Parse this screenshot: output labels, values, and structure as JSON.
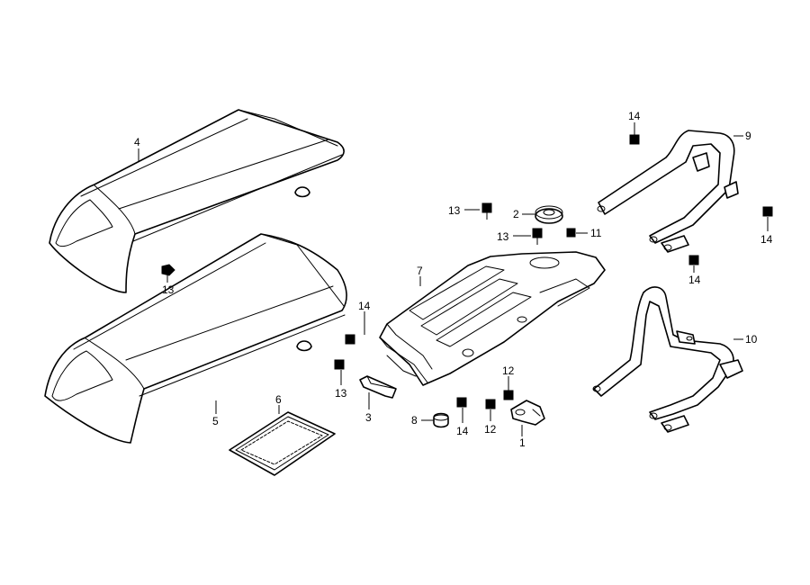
{
  "diagram": {
    "callouts": {
      "c1": "1",
      "c2": "2",
      "c3": "3",
      "c4": "4",
      "c5": "5",
      "c6": "6",
      "c7": "7",
      "c8": "8",
      "c9": "9",
      "c10": "10",
      "c11": "11",
      "c12a": "12",
      "c12b": "12",
      "c13a": "13",
      "c13b": "13",
      "c13c": "13",
      "c13d": "13",
      "c14a": "14",
      "c14b": "14",
      "c14c": "14",
      "c14d": "14",
      "c14e": "14"
    },
    "colors": {
      "line": "#000000",
      "background": "#ffffff"
    }
  }
}
